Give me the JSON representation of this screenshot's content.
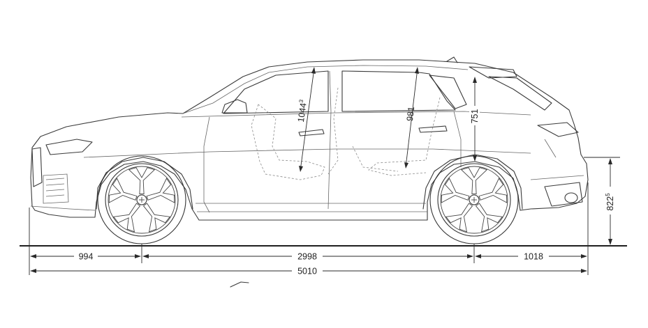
{
  "dimensions": {
    "front_overhang": "994",
    "wheelbase": "2998",
    "rear_overhang": "1018",
    "overall_length": "5010",
    "ground_to_rear_bumper": "822",
    "ground_to_rear_bumper_sup": "5",
    "front_headroom": "1044",
    "front_headroom_sup": "3",
    "rear_headroom": "981",
    "boot_height": "751"
  },
  "colors": {
    "line": "#3a3a3a",
    "background": "#ffffff"
  }
}
